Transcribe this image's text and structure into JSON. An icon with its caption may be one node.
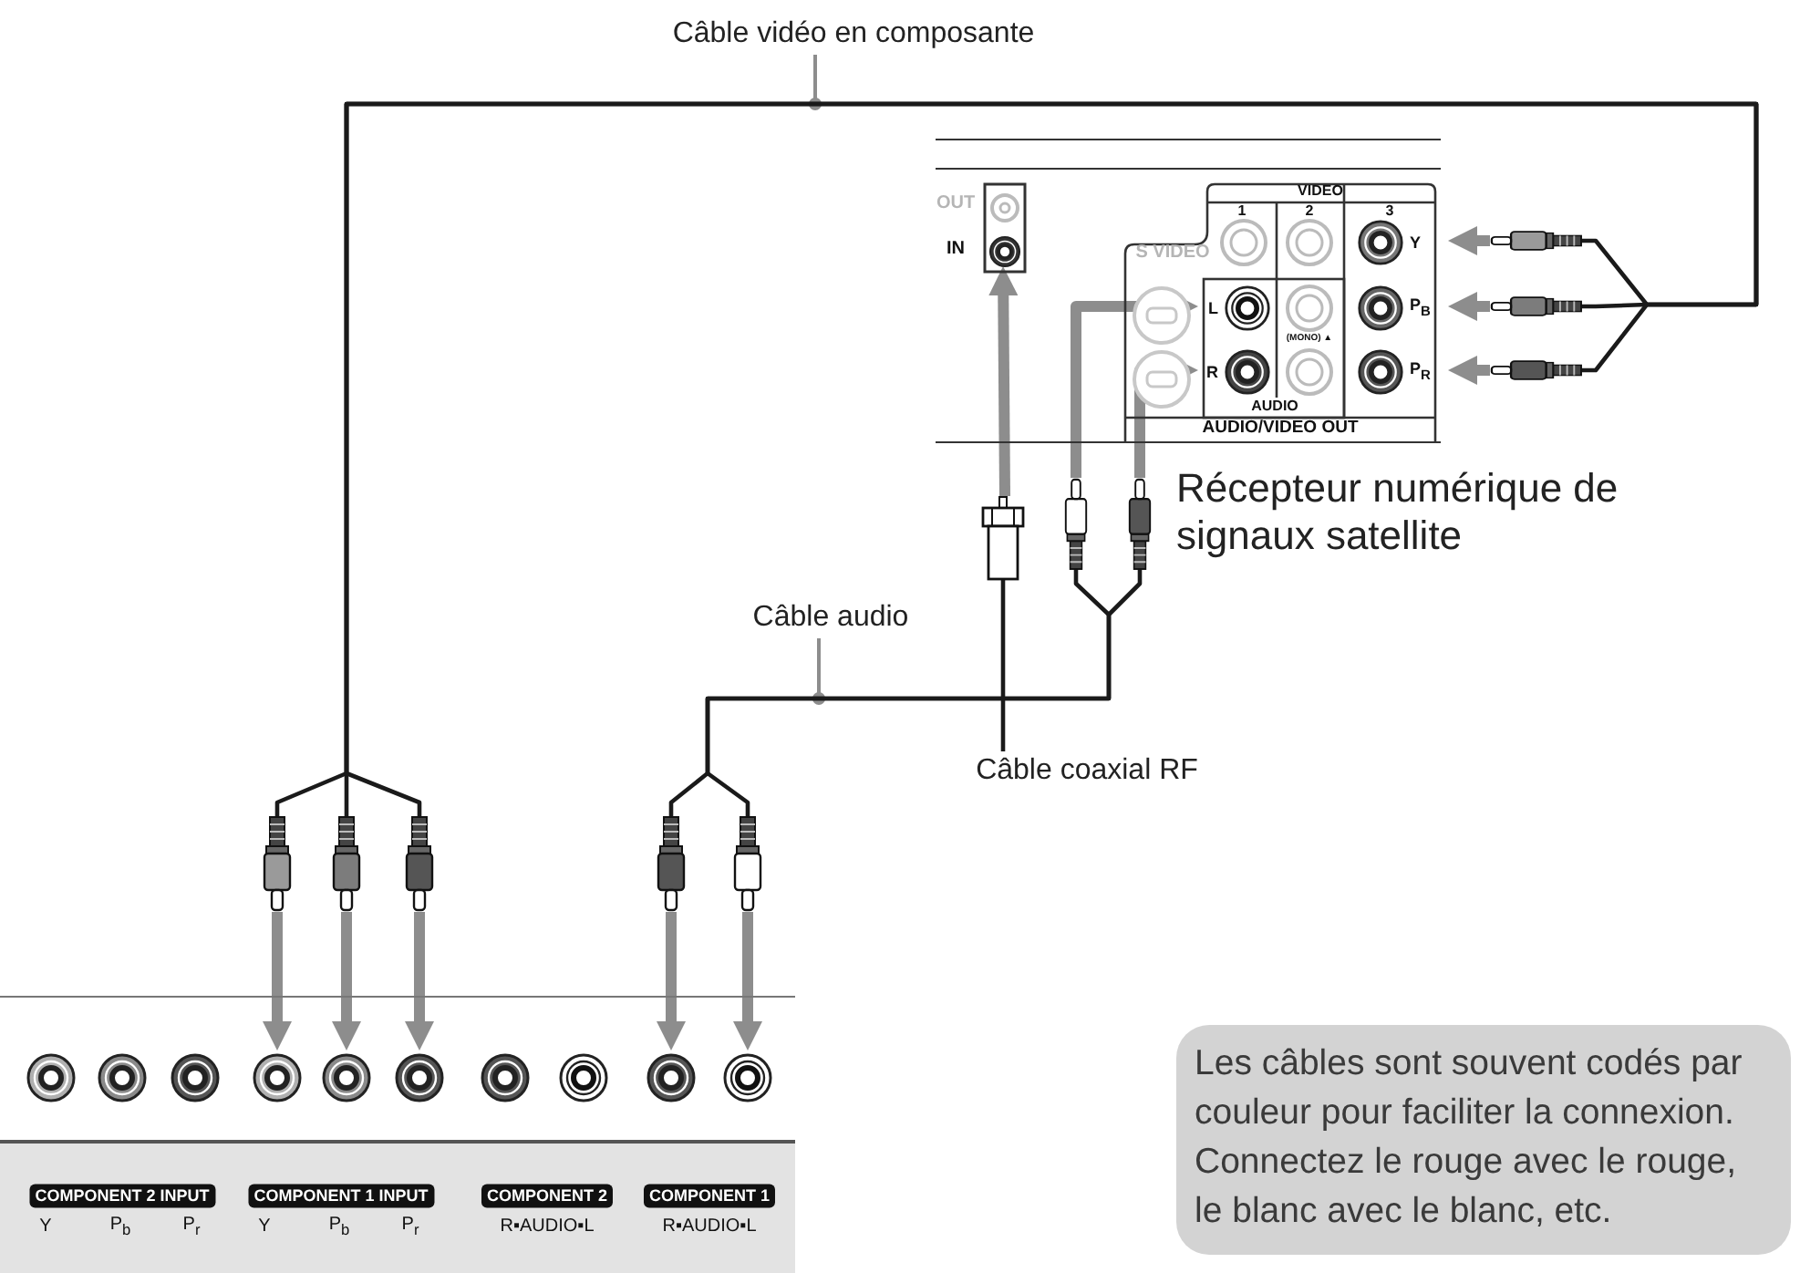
{
  "diagram": {
    "nodes": [
      {
        "text": [
          "Câble vidéo en composante"
        ]
      },
      {
        "text": [],
        "shape": "box",
        "beside": [
          "Récepteur numérique de signaux satellite"
        ]
      },
      {
        "text": [],
        "shape": "circle",
        "in": 1
      },
      {
        "text": [
          "L"
        ],
        "in": 1
      },
      {
        "text": [
          "R"
        ],
        "in": 1
      },
      {
        "text": [
          "Y"
        ],
        "in": 1
      },
      {
        "text": [
          "P$_{B}$"
        ],
        "in": 1
      },
      {
        "text": [
          "P$_{R}$"
        ],
        "in": 1
      },
      {
        "text": [],
        "shape": "plug"
      },
      {
        "text": [],
        "shape": "plug"
      },
      {
        "text": [],
        "shape": "plug"
      },
      {
        "text": [],
        "shape": "plug"
      },
      {
        "text": [],
        "shape": "plug"
      },
      {
        "text": [],
        "shape": "plug"
      },
      {
        "text": [
          "Câble audio"
        ]
      },
      {
        "text": [
          "Câble coaxial RF"
        ]
      },
      {
        "text": [],
        "shape": "plug"
      },
      {
        "text": [],
        "shape": "plug"
      },
      {
        "text": [],
        "shape": "plug"
      },
      {
        "text": [],
        "shape": "plug"
      },
      {
        "text": [],
        "shape": "plug"
      },
      {
        "text": [],
        "shape": "box"
      },
      {
        "text": [],
        "shape": "circle",
        "in": 21
      },
      {
        "text": [],
        "shape": "circle",
        "in": 21
      },
      {
        "text": [],
        "shape": "circle",
        "in": 21
      },
      {
        "text": [],
        "shape": "circle",
        "in": 21
      },
      {
        "text": [],
        "shape": "circle",
        "in": 21
      },
      {
        "text": [],
        "shape": "circle",
        "in": 21
      },
      {
        "text": [],
        "shape": "circle",
        "in": 21
      },
      {
        "text": [],
        "shape": "circle",
        "in": 21
      },
      {
        "text": [],
        "shape": "circle",
        "in": 21
      },
      {
        "text": [],
        "shape": "circle",
        "in": 21
      },
      {
        "text": [
          "Les câbles sont souvent codés par couleur pour faciliter la connexion. Connectez le rouge avec le rouge, le blanc avec le blanc, etc."
        ]
      }
    ],
    "edges": [
      {
        "from": 0,
        "to": null,
        "arrow": "other"
      },
      {
        "from": 8,
        "to": 16,
        "arrow": "none",
        "color": "#1a1a1a"
      },
      {
        "from": 9,
        "to": 17,
        "arrow": "none",
        "color": "#1a1a1a"
      },
      {
        "from": 10,
        "to": 18,
        "arrow": "none",
        "color": "#1a1a1a"
      },
      {
        "from": 14,
        "to": null,
        "arrow": "other"
      },
      {
        "from": 12,
        "to": 20,
        "arrow": "none",
        "color": "#1a1a1a"
      },
      {
        "from": 13,
        "to": 19,
        "arrow": "none",
        "color": "#1a1a1a"
      },
      {
        "from": 11,
        "to": 15,
        "arrow": "none",
        "color": "#1a1a1a"
      },
      {
        "from": 8,
        "to": 5,
        "arrow": "to"
      },
      {
        "from": 9,
        "to": 6,
        "arrow": "to"
      },
      {
        "from": 10,
        "to": 7,
        "arrow": "to"
      },
      {
        "from": 11,
        "to": 2,
        "arrow": "to"
      },
      {
        "from": 12,
        "to": 3,
        "arrow": "to"
      },
      {
        "from": 13,
        "to": 4,
        "arrow": "to"
      },
      {
        "from": 16,
        "to": 25,
        "arrow": "to"
      },
      {
        "from": 17,
        "to": 26,
        "arrow": "to"
      },
      {
        "from": 18,
        "to": 27,
        "arrow": "to"
      },
      {
        "from": 19,
        "to": 30,
        "arrow": "to"
      },
      {
        "from": 20,
        "to": 31,
        "arrow": "to"
      }
    ],
    "labels": [
      "OUT",
      "VIDEO",
      "1",
      "2",
      "3",
      "IN",
      "S VIDEO",
      "(MONO) ▲",
      "AUDIO",
      "AUDIO/VIDEO OUT",
      "COMPONENT 2 INPUT",
      "Y",
      "P$_{b}$",
      "P$_{r}$",
      "COMPONENT 1 INPUT",
      "Y",
      "P$_{b}$",
      "P$_{r}$",
      "COMPONENT 2",
      "R▪AUDIO▪L",
      "COMPONENT 1",
      "R▪AUDIO▪L"
    ]
  }
}
